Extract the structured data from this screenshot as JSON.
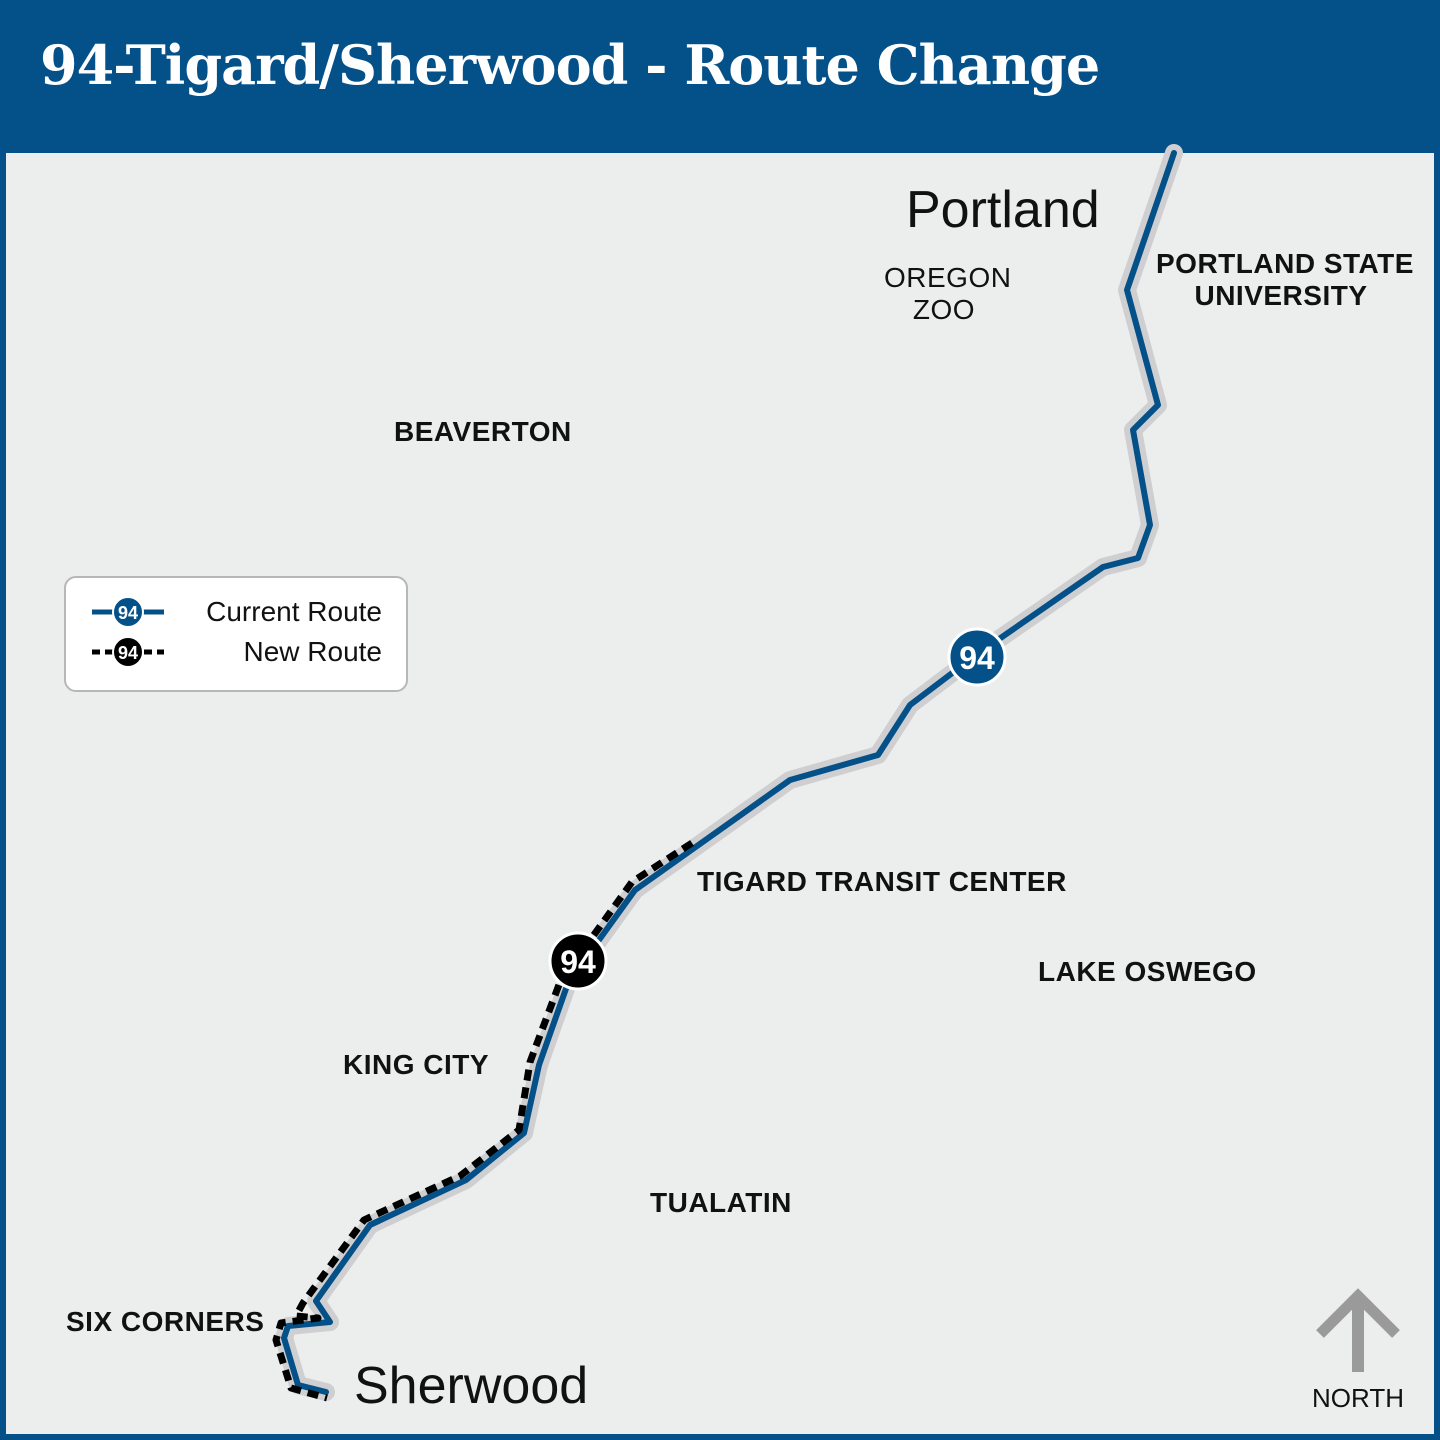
{
  "header": {
    "title": "94-Tigard/Sherwood - Route Change"
  },
  "colors": {
    "brand_blue": "#045088",
    "map_bg": "#eceded",
    "new_route": "#000000",
    "route_halo": "#cfcfd1"
  },
  "places": {
    "portland": "Portland",
    "oregon_zoo_1": "OREGON",
    "oregon_zoo_2": "ZOO",
    "psu_1": "PORTLAND STATE",
    "psu_2": "UNIVERSITY",
    "beaverton": "BEAVERTON",
    "tigard_tc": "TIGARD TRANSIT CENTER",
    "lake_oswego": "LAKE OSWEGO",
    "king_city": "KING CITY",
    "tualatin": "TUALATIN",
    "six_corners": "SIX CORNERS",
    "sherwood": "Sherwood"
  },
  "route": {
    "number": "94"
  },
  "legend": {
    "items": [
      {
        "label": "Current Route",
        "badge": "94",
        "style": "solid-blue"
      },
      {
        "label": "New Route",
        "badge": "94",
        "style": "dashed-black"
      }
    ]
  },
  "compass": {
    "label": "NORTH",
    "icon": "north-arrow-icon"
  }
}
